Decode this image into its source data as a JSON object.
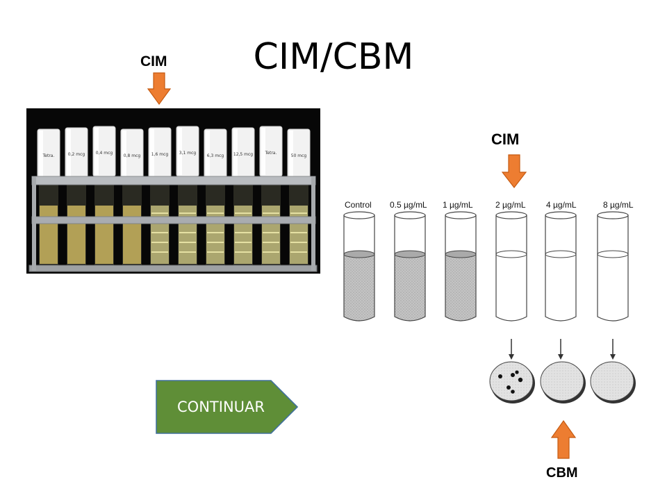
{
  "slide": {
    "title": "CIM/CBM"
  },
  "photo": {
    "arrow_label": "CIM",
    "tube_labels": [
      "Tetra.",
      "0,2 mcg",
      "0,4 mcg",
      "0,8 mcg",
      "1,6 mcg",
      "3,1 mcg",
      "6,3 mcg",
      "12,5 mcg",
      "Tetra.",
      "50 mcg"
    ]
  },
  "diagram": {
    "top_arrow_label": "CIM",
    "bottom_arrow_label": "CBM",
    "concentrations": [
      "Control",
      "0.5 µg/mL",
      "1 µg/mL",
      "2 µg/mL",
      "4 µg/mL",
      "8 µg/mL"
    ]
  },
  "button": {
    "label": "CONTINUAR"
  },
  "colors": {
    "arrow": "#ED7D31",
    "button": "#5F8E37",
    "button_border": "#41719C"
  }
}
